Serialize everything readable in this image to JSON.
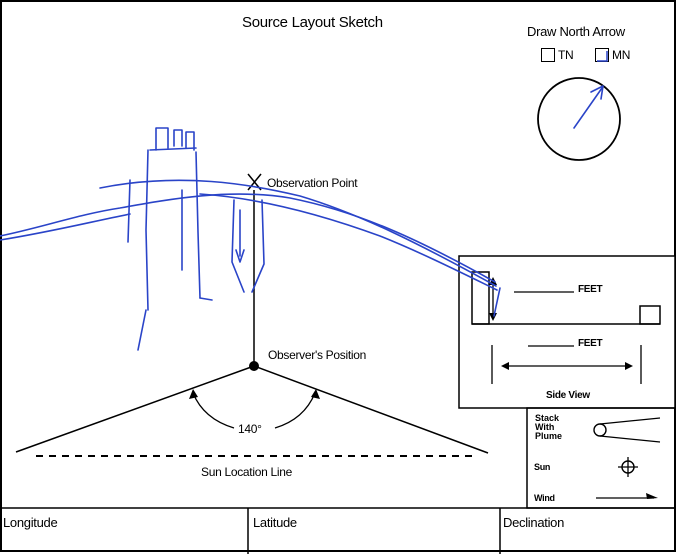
{
  "form": {
    "title": "Source Layout Sketch",
    "north_arrow_label": "Draw North Arrow",
    "tn_label": "TN",
    "mn_label": "MN",
    "tn_checked": false,
    "mn_checked": true,
    "observation_point_label": "Observation Point",
    "observers_position_label": "Observer's Position",
    "angle_label": "140°",
    "sun_location_line_label": "Sun Location Line",
    "side_view": {
      "feet_label_top": "FEET",
      "feet_label_bottom": "FEET",
      "side_view_label": "Side View"
    },
    "legend": {
      "stack_with_plume_label": "Stack With Plume",
      "sun_label": "Sun",
      "wind_label": "Wind"
    },
    "bottom_fields": {
      "longitude_label": "Longitude",
      "latitude_label": "Latitude",
      "declination_label": "Declination"
    }
  },
  "colors": {
    "ink": "#000000",
    "pen": "#2a44c8"
  }
}
